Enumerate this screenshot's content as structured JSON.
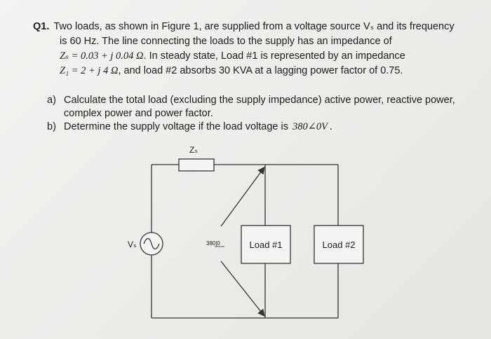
{
  "question": {
    "label": "Q1.",
    "line1": "Two loads, as shown in Figure 1, are supplied from a voltage source Vₛ and its frequency",
    "line2": "is 60 Hz. The line connecting the loads to the supply has an impedance of",
    "line3_a": "Zₛ = 0.03 + j 0.04 Ω",
    "line3_b": ". In steady state, Load #1 is represented by an impedance",
    "line4_a": "Z₁ = 2 + j 4 Ω",
    "line4_b": ", and load #2 absorbs 30 KVA at a lagging power factor of 0.75."
  },
  "parts": [
    {
      "label": "a)",
      "text": "Calculate the total load (excluding the supply impedance) active power, reactive power, complex power and power factor."
    },
    {
      "label": "b)",
      "text": "Determine the supply voltage if the load voltage is",
      "value": "380∠0V ."
    }
  ],
  "figure": {
    "zs_label": "Zₛ",
    "vs_label": "Vₛ",
    "voltage_label": "380|0",
    "load1_label": "Load #1",
    "load2_label": "Load #2"
  }
}
